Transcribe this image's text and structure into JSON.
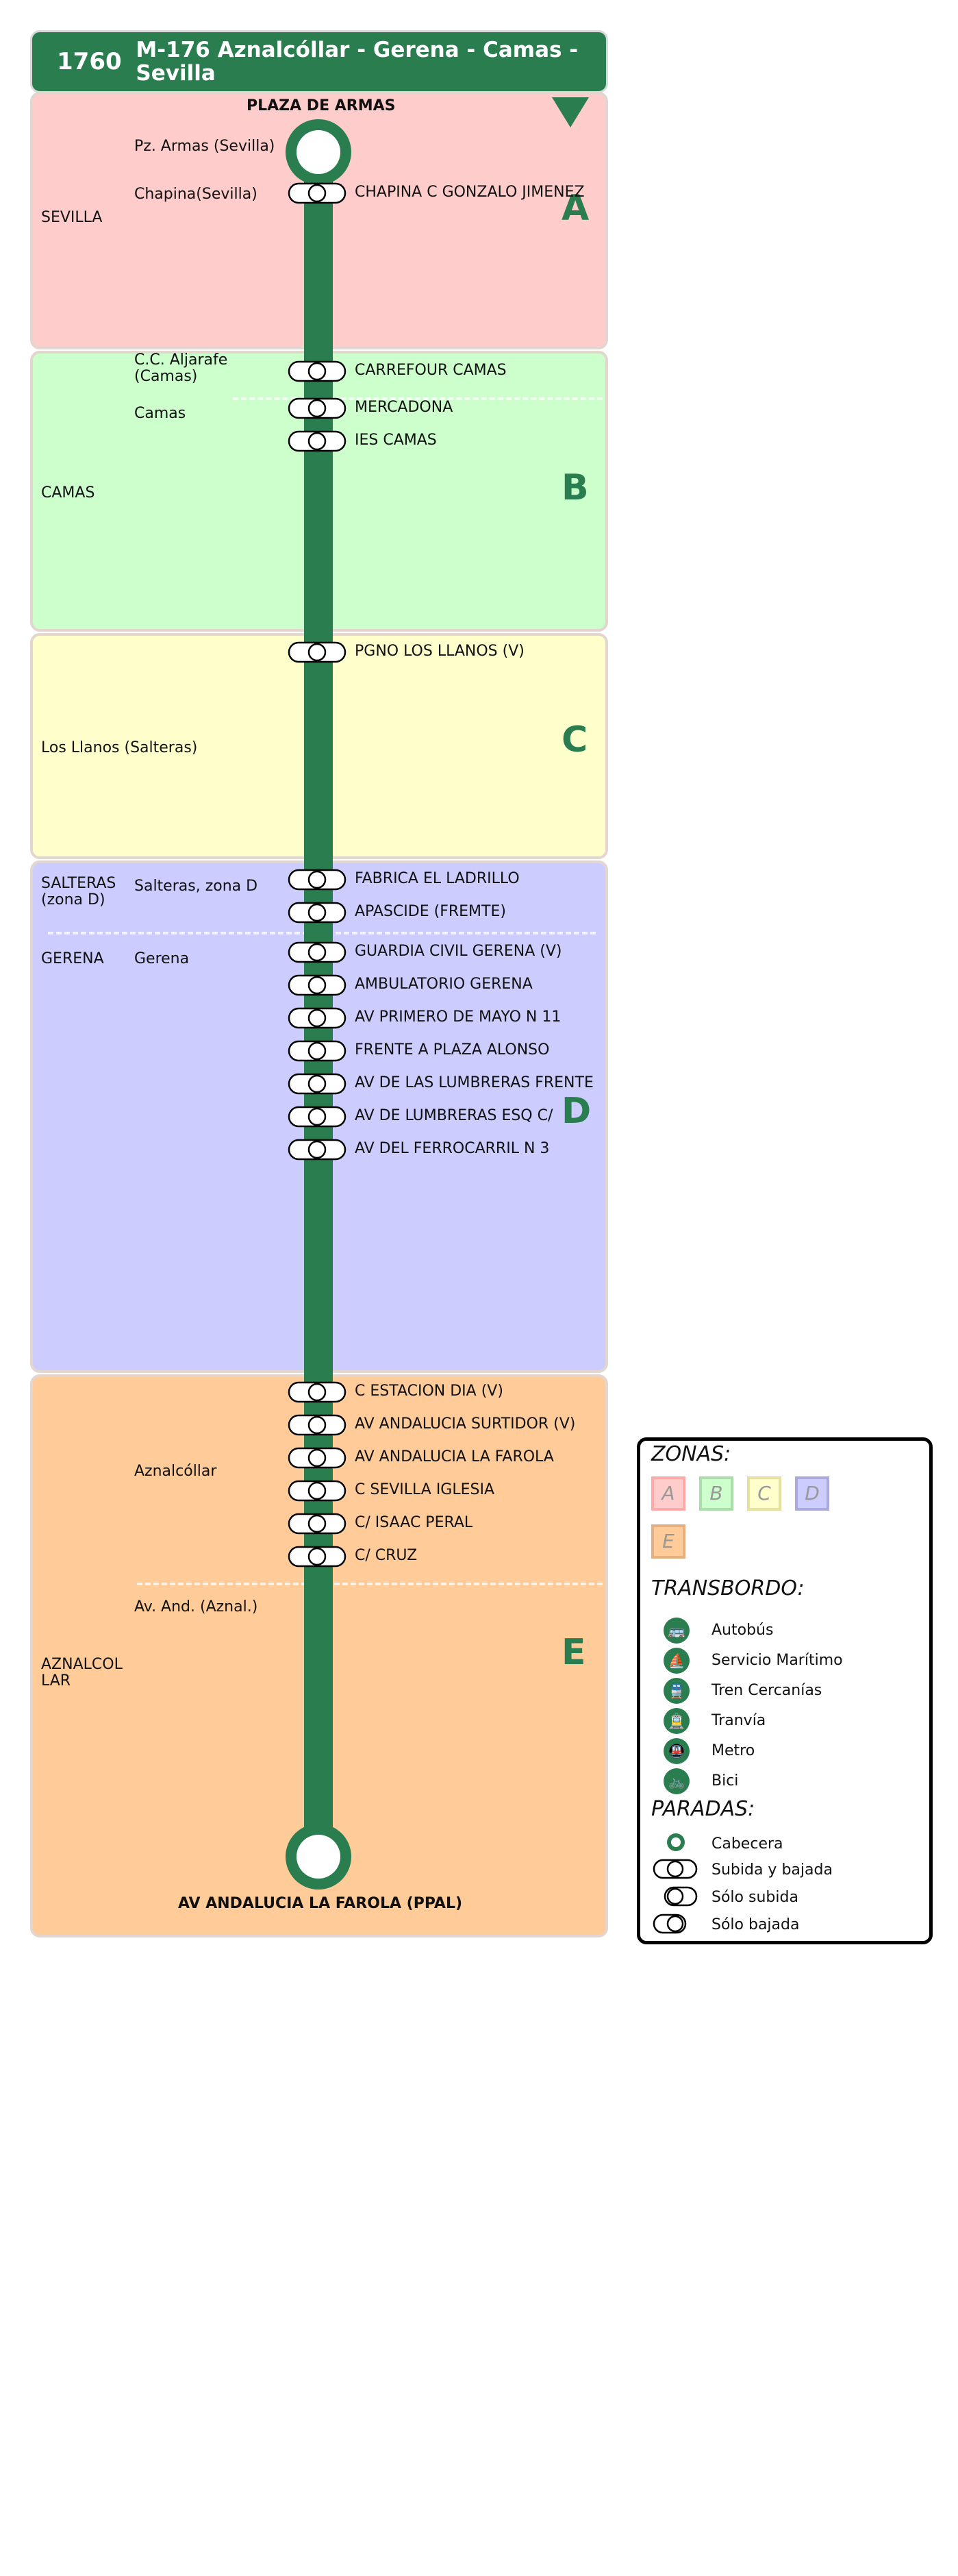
{
  "route": {
    "number": "1760",
    "title": "M-176 Aznalcóllar - Gerena - Camas - Sevilla",
    "line_color": "#2a7d4f"
  },
  "zones": [
    {
      "letter": "A",
      "color": "#ffcccc",
      "municipality": "SEVILLA"
    },
    {
      "letter": "B",
      "color": "#ccffcc",
      "municipality": "CAMAS"
    },
    {
      "letter": "C",
      "color": "#ffffcc",
      "municipality": "Los Llanos (Salteras)"
    },
    {
      "letter": "D",
      "color": "#ccccff",
      "municipality": "SALTERAS (zona D)",
      "municipality2": "GERENA"
    },
    {
      "letter": "E",
      "color": "#ffcc99",
      "municipality": "AZNALCOLLAR"
    }
  ],
  "terminals": {
    "start": "PLAZA DE ARMAS",
    "end": "AV ANDALUCIA LA FAROLA (PPAL)"
  },
  "locations": {
    "pz_armas": "Pz. Armas (Sevilla)",
    "chapina": "Chapina(Sevilla)",
    "cc_aljarafe": "C.C. Aljarafe (Camas)",
    "camas": "Camas",
    "salteras_d": "Salteras, zona D",
    "gerena": "Gerena",
    "aznalcollar": "Aznalcóllar",
    "av_and": "Av. And. (Aznal.)"
  },
  "stops": [
    "CHAPINA C GONZALO JIMENEZ",
    "CARREFOUR CAMAS",
    "MERCADONA",
    "IES CAMAS",
    "PGNO LOS LLANOS (V)",
    "FABRICA EL LADRILLO",
    "APASCIDE (FREMTE)",
    "GUARDIA CIVIL GERENA (V)",
    "AMBULATORIO GERENA",
    "AV PRIMERO DE MAYO N 11",
    "FRENTE A PLAZA ALONSO",
    "AV DE LAS LUMBRERAS FRENTE",
    "AV DE LUMBRERAS ESQ C/",
    "AV DEL FERROCARRIL N 3",
    "C ESTACION DIA (V)",
    "AV ANDALUCIA SURTIDOR (V)",
    "AV ANDALUCIA LA FAROLA",
    "C SEVILLA IGLESIA",
    "C/ ISAAC PERAL",
    "C/ CRUZ"
  ],
  "legend": {
    "zones_title": "ZONAS:",
    "zone_letters": [
      "A",
      "B",
      "C",
      "D",
      "E"
    ],
    "transfer_title": "TRANSBORDO:",
    "transfers": [
      {
        "label": "Autobús",
        "icon": "bus-icon"
      },
      {
        "label": "Servicio Marítimo",
        "icon": "boat-icon"
      },
      {
        "label": "Tren Cercanías",
        "icon": "train-icon"
      },
      {
        "label": "Tranvía",
        "icon": "tram-icon"
      },
      {
        "label": "Metro",
        "icon": "metro-icon"
      },
      {
        "label": "Bici",
        "icon": "bike-icon"
      }
    ],
    "stops_title": "PARADAS:",
    "stop_types": [
      "Cabecera",
      "Subida y bajada",
      "Sólo subida",
      "Sólo bajada"
    ]
  }
}
